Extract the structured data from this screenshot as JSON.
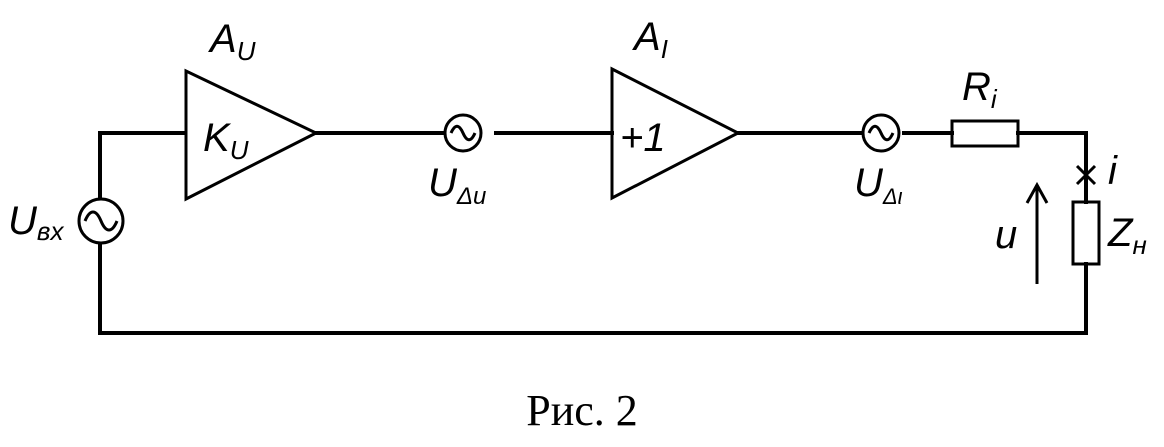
{
  "amp_u": {
    "name": "A",
    "name_sub": "U",
    "gain": "K",
    "gain_sub": "U"
  },
  "amp_i": {
    "name": "A",
    "name_sub": "I",
    "gain": "+1"
  },
  "source_in": {
    "label": "U",
    "label_sub": "вх"
  },
  "source_du": {
    "label": "U",
    "label_sub": "Δu"
  },
  "source_di": {
    "label": "U",
    "label_sub": "Δι"
  },
  "resistor": {
    "label": "R",
    "label_sub": "i"
  },
  "load": {
    "label": "Z",
    "label_sub": "н"
  },
  "current_label": "i",
  "voltage_label": "u",
  "caption": "Рис. 2"
}
